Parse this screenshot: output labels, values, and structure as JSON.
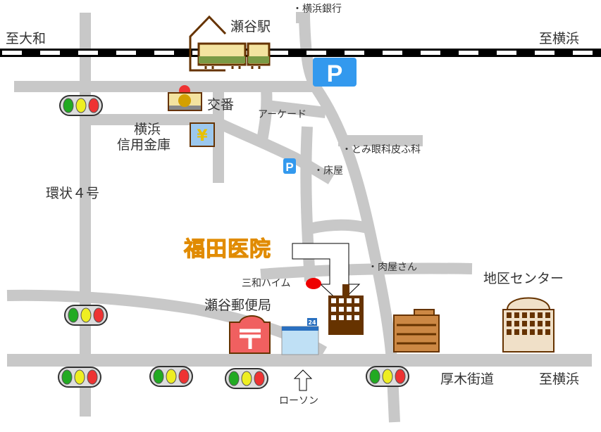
{
  "title": "福田医院",
  "station": "瀬谷駅",
  "directions": {
    "to_yamato": "至大和",
    "to_yokohama_top": "至横浜",
    "to_yokohama_bottom": "至横浜"
  },
  "roads": {
    "loop": "環状４号",
    "atsugi": "厚木街道"
  },
  "landmarks": {
    "bank": "・横浜銀行",
    "koban": "交番",
    "shinkin_line1": "横浜",
    "shinkin_line2": "信用金庫",
    "arcade": "アーケード",
    "eye_clinic": "・とみ眼科皮ふ科",
    "barber": "・床屋",
    "butcher": "・肉屋さん",
    "apartment": "三和ハイム",
    "post_office": "瀬谷郵便局",
    "community_center": "地区センター",
    "lawson": "ローソン",
    "store_24": "24"
  },
  "colors": {
    "road": "#c8c8c8",
    "parking": "#3399ee",
    "building": "#663300",
    "title": "#f5a623",
    "marker": "#ee0000"
  }
}
